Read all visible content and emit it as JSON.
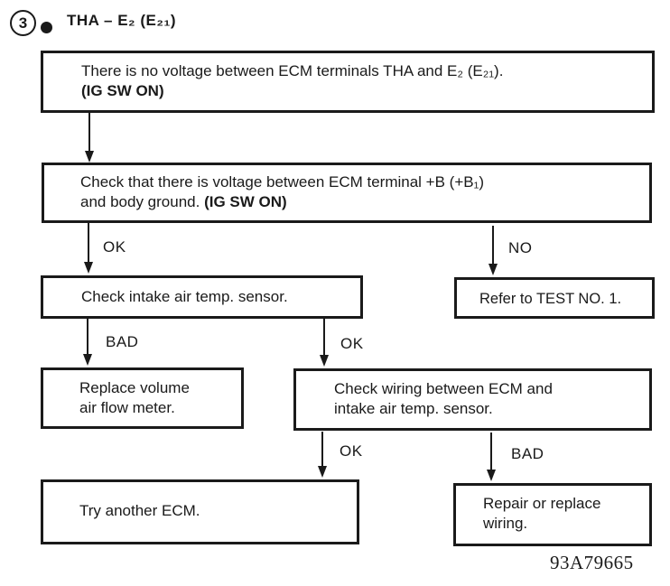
{
  "header": {
    "step_number": "3",
    "title": "THA – E₂ (E₂₁)"
  },
  "boxes": {
    "start": {
      "line1": "There is no voltage between ECM terminals THA and E₂ (E₂₁).",
      "line2": "(IG SW ON)"
    },
    "check_voltage": {
      "line1": "Check that there is voltage between ECM terminal +B (+B₁)",
      "line2": "and body ground. ",
      "line2_bold": "(IG SW ON)"
    },
    "check_sensor": {
      "text": "Check intake air temp. sensor."
    },
    "refer_test": {
      "text": "Refer to TEST NO. 1."
    },
    "replace_meter": {
      "line1": "Replace volume",
      "line2": "air flow meter."
    },
    "check_wiring": {
      "line1": "Check wiring between ECM and",
      "line2": "intake air temp. sensor."
    },
    "try_ecm": {
      "text": "Try another ECM."
    },
    "repair_wiring": {
      "line1": "Repair or replace",
      "line2": "wiring."
    }
  },
  "branch_labels": {
    "voltage_ok": "OK",
    "voltage_no": "NO",
    "sensor_bad": "BAD",
    "sensor_ok": "OK",
    "wiring_ok": "OK",
    "wiring_bad": "BAD"
  },
  "footer": {
    "figure_code": "93A79665"
  },
  "colors": {
    "ink": "#1a1a1a",
    "background": "#ffffff"
  }
}
